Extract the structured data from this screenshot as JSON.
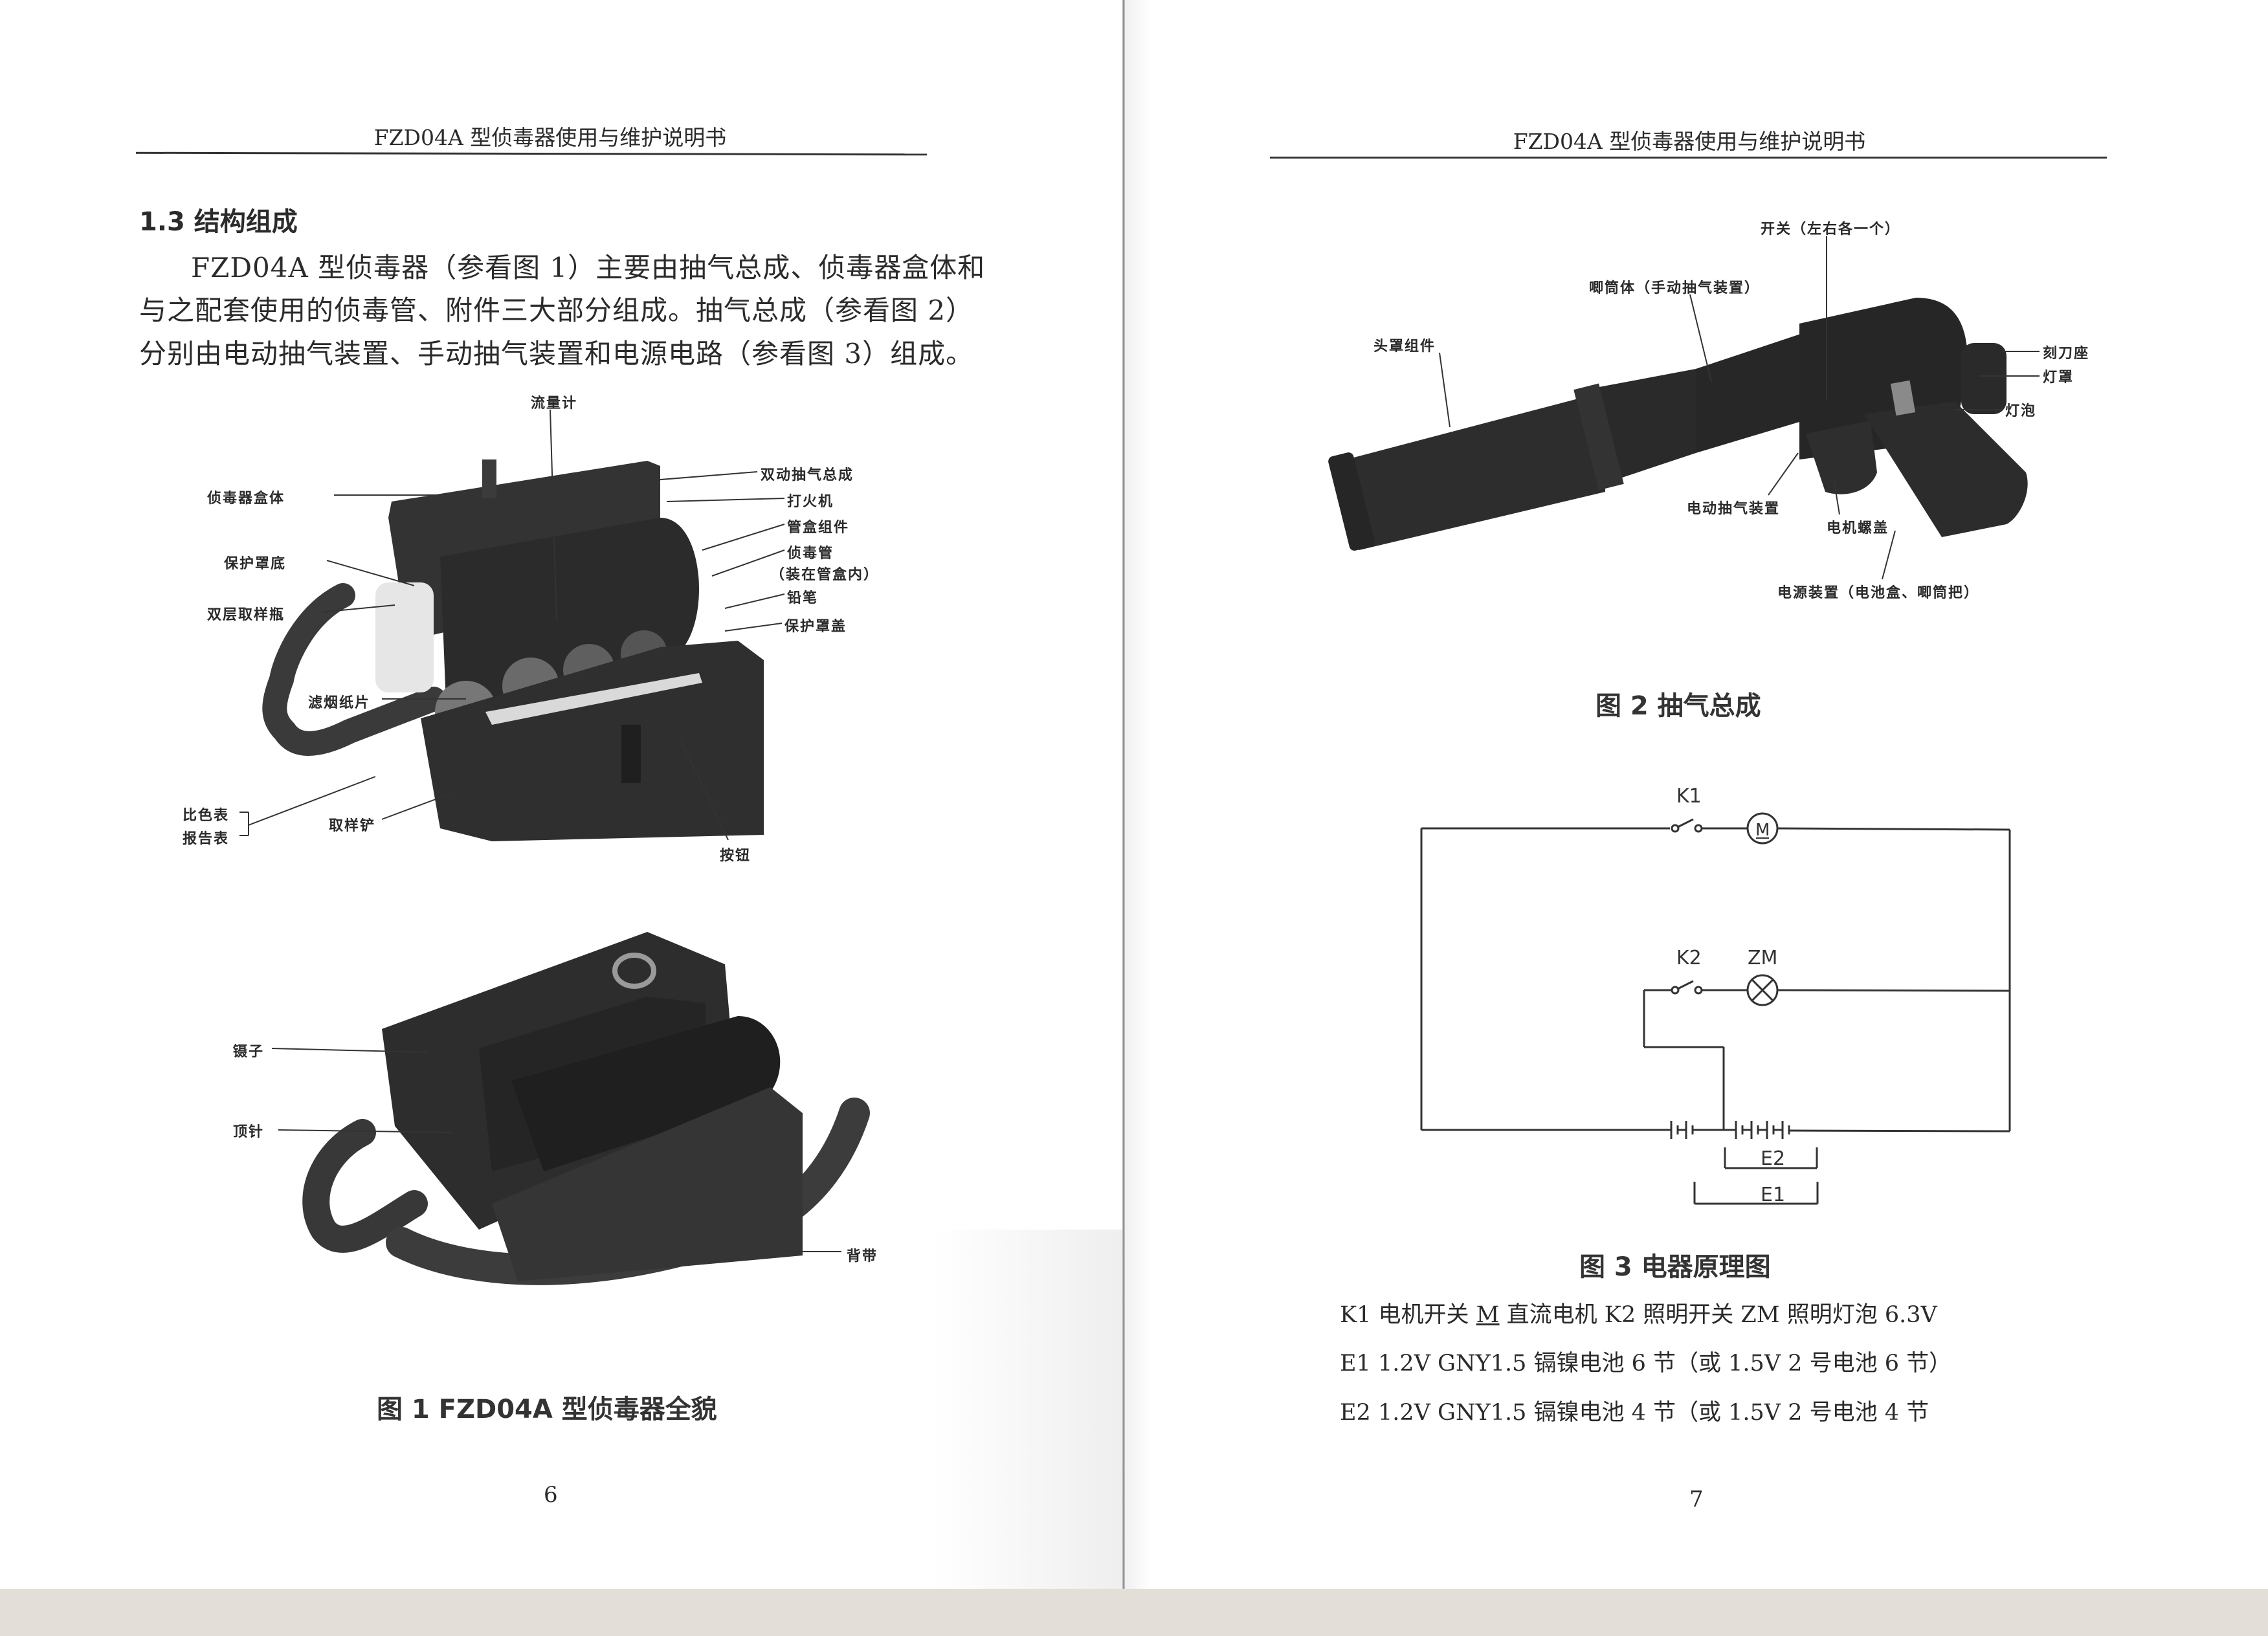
{
  "document": {
    "running_header": "FZD04A 型侦毒器使用与维护说明书",
    "left_page": {
      "page_number": "6",
      "section_title": "1.3  结构组成",
      "paragraph_lines": [
        "FZD04A 型侦毒器（参看图 1）主要由抽气总成、侦毒器盒体和",
        "与之配套使用的侦毒管、附件三大部分组成。抽气总成（参看图 2）",
        "分别由电动抽气装置、手动抽气装置和电源电路（参看图 3）组成。"
      ],
      "figure1": {
        "caption": "图 1   FZD04A 型侦毒器全貌",
        "top_photo_callouts": {
          "flowmeter": "流量计",
          "box_body": "侦毒器盒体",
          "protective_cover_bottom": "保护罩底",
          "double_layer_sample_bottle": "双层取样瓶",
          "dual_pump_assembly": "双动抽气总成",
          "lighter": "打火机",
          "tube_box_assembly": "管盒组件",
          "detector_tube": "侦毒管",
          "detector_tube_note": "（装在管盒内）",
          "pencil": "铅笔",
          "protective_cover_lid": "保护罩盖",
          "smoke_filter_paper": "滤烟纸片",
          "color_chart": "比色表",
          "report_form": "报告表",
          "sampling_shovel": "取样铲",
          "button": "按钮"
        },
        "bottom_photo_callouts": {
          "tweezers": "镊子",
          "ejector_pin": "顶针",
          "shoulder_strap": "背带"
        }
      }
    },
    "right_page": {
      "page_number": "7",
      "figure2": {
        "caption": "图 2    抽气总成",
        "callouts": {
          "switch": "开关（左右各一个）",
          "pump_barrel": "唧筒体（手动抽气装置）",
          "head_cover_assembly": "头罩组件",
          "cutter_seat": "刻刀座",
          "lamp_shade": "灯罩",
          "bulb": "灯泡",
          "electric_pump": "电动抽气装置",
          "motor_screw_cap": "电机螺盖",
          "power_unit": "电源装置（电池盒、唧筒把）"
        }
      },
      "figure3": {
        "caption": "图 3    电器原理图",
        "labels": {
          "k1": "K1",
          "motor": "M",
          "k2": "K2",
          "lamp": "ZM",
          "e2": "E2",
          "e1": "E1"
        },
        "legend": {
          "line1_parts": [
            "K1  电机开关   ",
            "M",
            "  直流电机   K2  照明开关   ZM  照明灯泡  6.3V"
          ],
          "line2": "E1 1.2V   GNY1.5  镉镍电池 6 节（或 1.5V   2 号电池 6 节）",
          "line3": "E2 1.2V   GNY1.5  镉镍电池 4 节（或 1.5V   2 号电池 4 节"
        }
      }
    },
    "colors": {
      "paper": "#ffffff",
      "ink": "#2a2a2a",
      "scanner_bed": "#e3ded7",
      "photo_dark": "#2e2e2e"
    }
  }
}
